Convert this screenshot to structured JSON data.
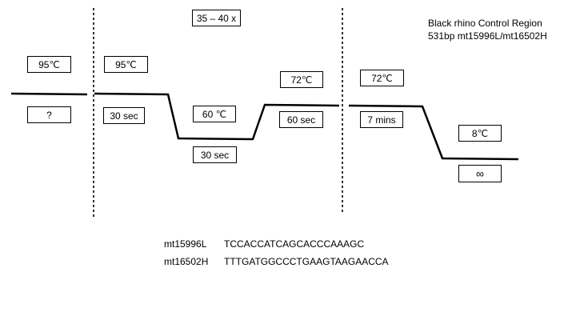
{
  "title": {
    "line1": "Black rhino Control Region",
    "line2": "531bp mt15996L/mt16502H"
  },
  "cycles_label": "35 – 40 x",
  "steps": {
    "initial_hold": {
      "temp": "95℃",
      "time": "?"
    },
    "denature": {
      "temp": "95℃",
      "time": "30 sec"
    },
    "anneal": {
      "temp": "60 ℃",
      "time": "30 sec"
    },
    "extend": {
      "temp": "72℃",
      "time": "60 sec"
    },
    "final_extend": {
      "temp": "72℃",
      "time": "7 mins"
    },
    "final_hold": {
      "temp": "8℃",
      "time": "∞"
    }
  },
  "primers": [
    {
      "name": "mt15996L",
      "sequence": "TCCACCATCAGCACCCAAAGC"
    },
    {
      "name": "mt16502H",
      "sequence": "TTTGATGGCCCTGAAGTAAGAACCA"
    }
  ]
}
